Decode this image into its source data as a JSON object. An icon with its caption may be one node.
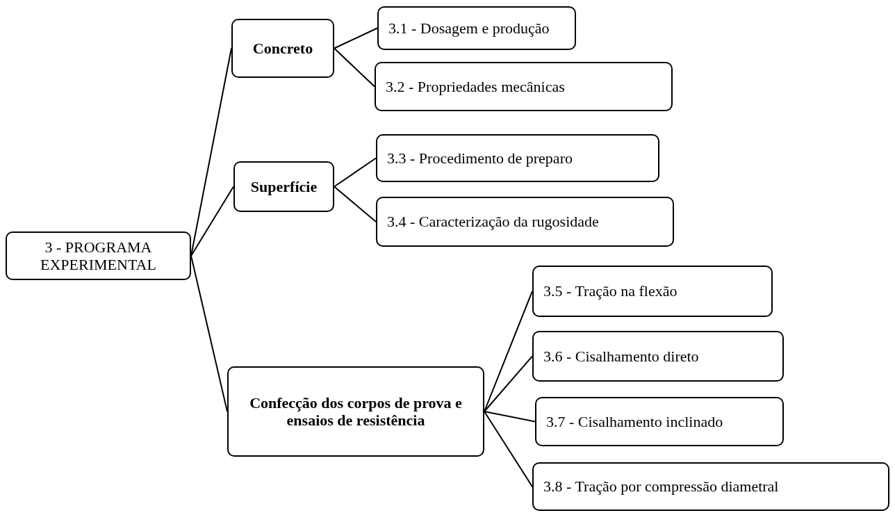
{
  "diagram": {
    "nodes": [
      {
        "text": [
          "3 - PROGRAMA EXPERIMENTAL"
        ]
      },
      {
        "text": [
          "Concreto"
        ]
      },
      {
        "text": [
          "3.1 - Dosagem e produção"
        ]
      },
      {
        "text": [
          "3.2 - Propriedades mecânicas"
        ]
      },
      {
        "text": [
          "Superfície"
        ]
      },
      {
        "text": [
          "3.3 - Procedimento de preparo"
        ]
      },
      {
        "text": [
          "3.4 - Caracterização da rugosidade"
        ]
      },
      {
        "text": [
          "Confecção dos corpos de prova e ensaios de resistência"
        ]
      },
      {
        "text": [
          "3.5 - Tração na flexão"
        ]
      },
      {
        "text": [
          "3.6 - Cisalhamento direto"
        ]
      },
      {
        "text": [
          "3.7 - Cisalhamento inclinado"
        ]
      },
      {
        "text": [
          "3.8 - Tração por compressão diametral"
        ]
      }
    ],
    "edges": [
      {
        "from": 0,
        "to": 1,
        "arrow": "none"
      },
      {
        "from": 0,
        "to": 4,
        "arrow": "none"
      },
      {
        "from": 0,
        "to": 7,
        "arrow": "none"
      },
      {
        "from": 1,
        "to": 2,
        "arrow": "none"
      },
      {
        "from": 1,
        "to": 3,
        "arrow": "none"
      },
      {
        "from": 4,
        "to": 5,
        "arrow": "none"
      },
      {
        "from": 4,
        "to": 6,
        "arrow": "none"
      },
      {
        "from": 7,
        "to": 8,
        "arrow": "none"
      },
      {
        "from": 7,
        "to": 9,
        "arrow": "none"
      },
      {
        "from": 7,
        "to": 10,
        "arrow": "none"
      },
      {
        "from": 7,
        "to": 11,
        "arrow": "none"
      }
    ]
  }
}
